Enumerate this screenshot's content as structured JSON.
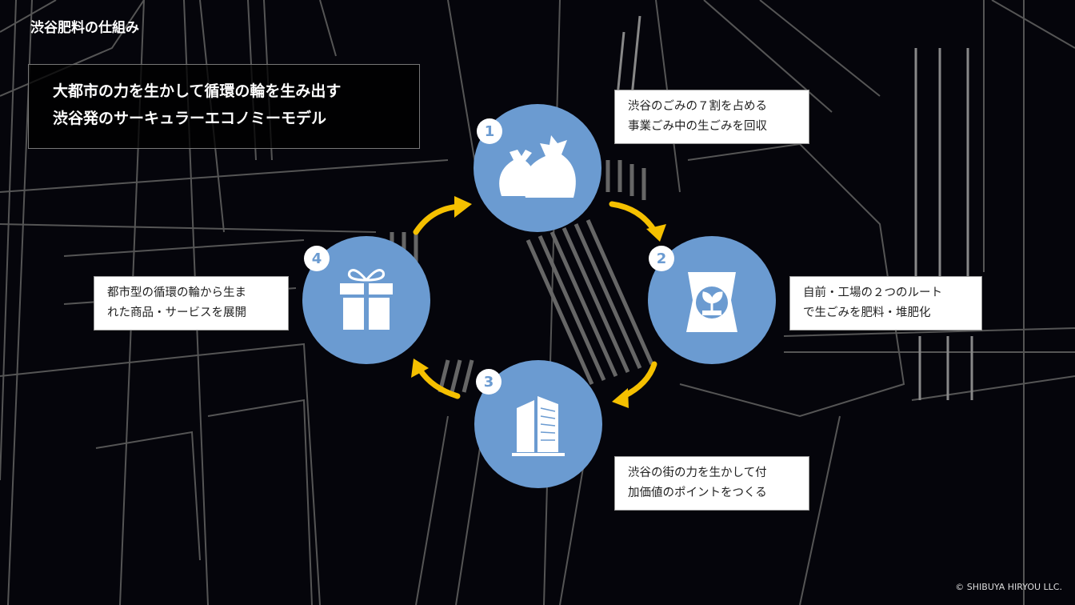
{
  "page_title": "渋谷肥料の仕組み",
  "headline": {
    "line1": "大都市の力を生かして循環の輪を生み出す",
    "line2": "渋谷発のサーキュラーエコノミーモデル"
  },
  "steps": [
    {
      "number": "1",
      "icon": "garbage-bags-icon",
      "caption_line1": "渋谷のごみの７割を占める",
      "caption_line2": "事業ごみ中の生ごみを回収"
    },
    {
      "number": "2",
      "icon": "fertilizer-bag-icon",
      "caption_line1": "自前・工場の２つのルート",
      "caption_line2": "で生ごみを肥料・堆肥化"
    },
    {
      "number": "3",
      "icon": "buildings-icon",
      "caption_line1": "渋谷の街の力を生かして付",
      "caption_line2": "加価値のポイントをつくる"
    },
    {
      "number": "4",
      "icon": "gift-icon",
      "caption_line1": "都市型の循環の輪から生ま",
      "caption_line2": "れた商品・サービスを展開"
    }
  ],
  "copyright": "© SHIBUYA HIRYOU LLC.",
  "colors": {
    "circle": "#6b9bd1",
    "arrow": "#f5c000",
    "background": "#05050b"
  }
}
